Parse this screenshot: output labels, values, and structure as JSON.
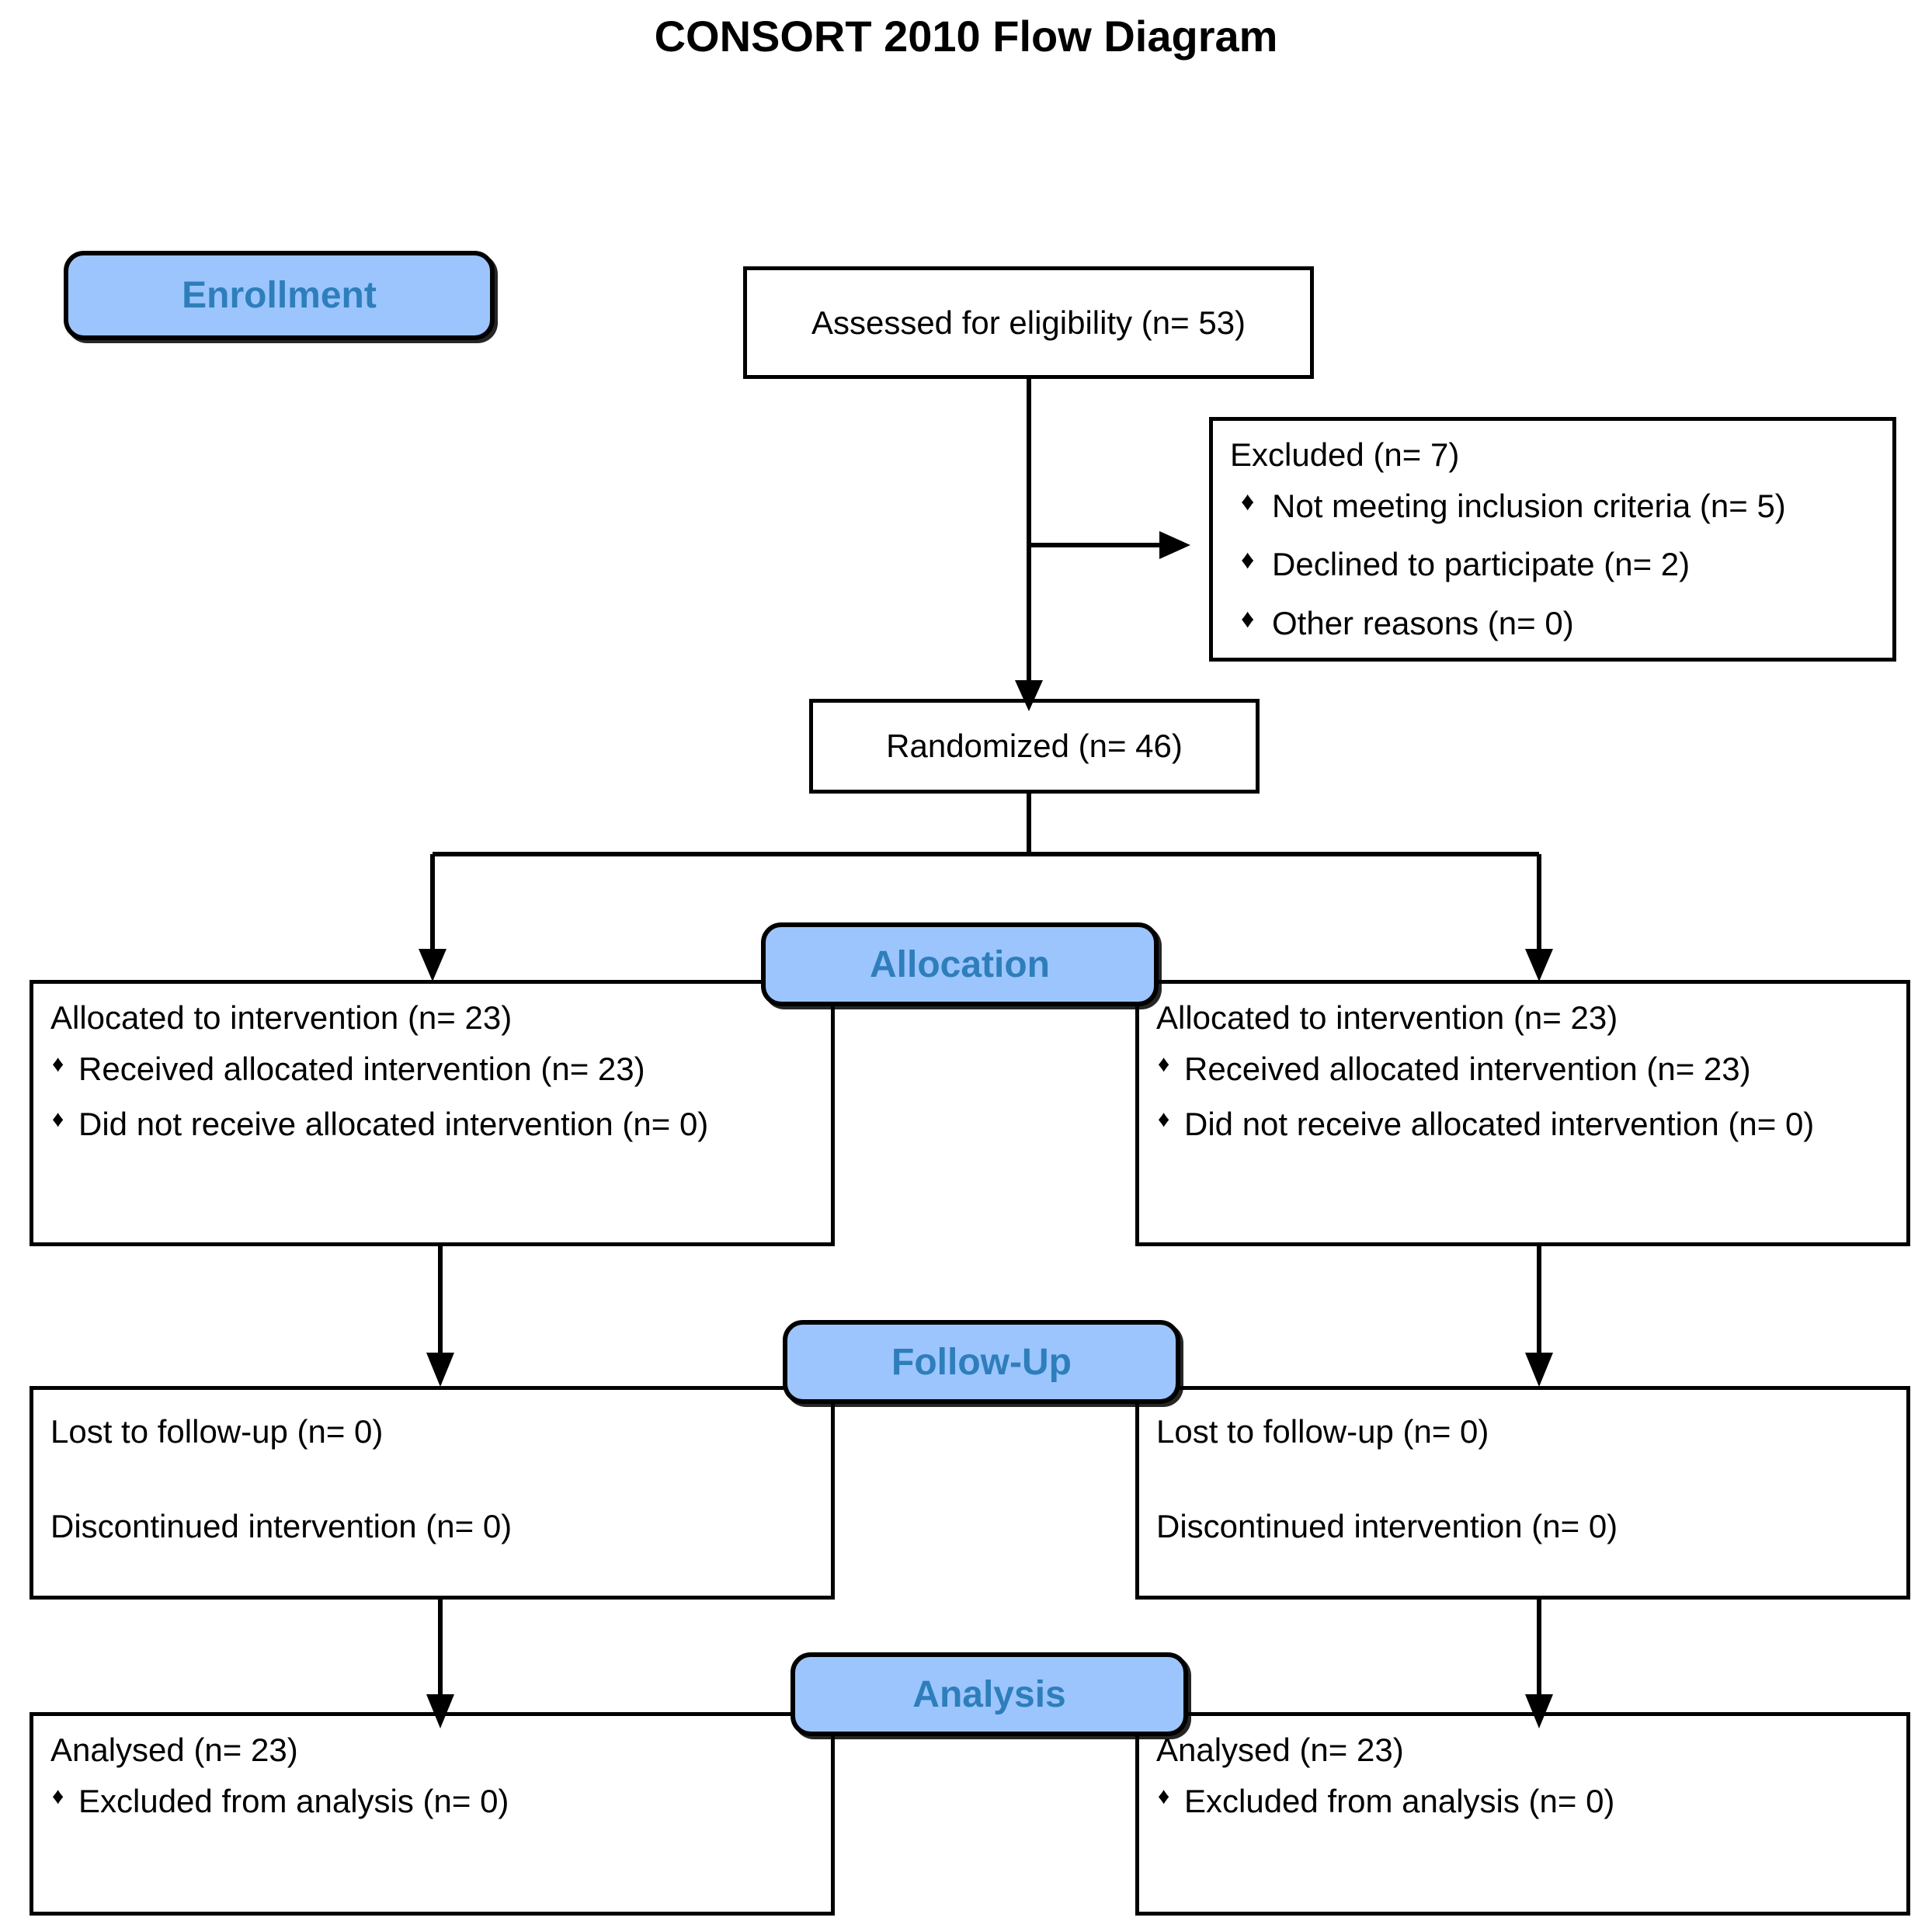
{
  "title": "CONSORT 2010 Flow Diagram",
  "stages": {
    "enrollment": "Enrollment",
    "allocation": "Allocation",
    "followup": "Follow-Up",
    "analysis": "Analysis"
  },
  "bullet_glyph": "♦",
  "colors": {
    "badge_fill": "#9cc5fd",
    "badge_text": "#2e7ebb",
    "border": "#000000",
    "page_background": "#ffffff"
  },
  "boxes": {
    "assessed": {
      "text": "Assessed for eligibility (n= 53)"
    },
    "excluded": {
      "heading": "Excluded  (n= 7)",
      "items": [
        "Not meeting inclusion criteria (n= 5)",
        "Declined to participate (n= 2)",
        "Other reasons (n= 0)"
      ]
    },
    "randomized": {
      "text": "Randomized  (n= 46)"
    },
    "alloc_left": {
      "heading": "Allocated to intervention (n= 23)",
      "items": [
        "Received allocated intervention (n= 23)",
        "Did not receive allocated intervention (n= 0)"
      ]
    },
    "alloc_right": {
      "heading": "Allocated to intervention (n= 23)",
      "items": [
        "Received  allocated intervention (n= 23)",
        "Did not receive allocated intervention (n= 0)"
      ]
    },
    "follow_left": {
      "line1": "Lost to follow-up (n= 0)",
      "line2": "Discontinued intervention (n= 0)"
    },
    "follow_right": {
      "line1": "Lost to follow-up (n= 0)",
      "line2": "Discontinued intervention (n= 0)"
    },
    "analysis_left": {
      "heading": "Analysed (n= 23)",
      "items": [
        "Excluded from analysis (n= 0)"
      ]
    },
    "analysis_right": {
      "heading": "Analysed (n= 23)",
      "items": [
        "Excluded from analysis (n= 0)"
      ]
    }
  },
  "flow_data": {
    "type": "flowchart",
    "assessed_n": 53,
    "excluded_n": 7,
    "excluded_breakdown": {
      "not_meeting_inclusion_criteria": 5,
      "declined_to_participate": 2,
      "other_reasons": 0
    },
    "randomized_n": 46,
    "arms": [
      {
        "allocated": 23,
        "received_allocated_intervention": 23,
        "did_not_receive_allocated_intervention": 0,
        "lost_to_followup": 0,
        "discontinued_intervention": 0,
        "analysed": 23,
        "excluded_from_analysis": 0
      },
      {
        "allocated": 23,
        "received_allocated_intervention": 23,
        "did_not_receive_allocated_intervention": 0,
        "lost_to_followup": 0,
        "discontinued_intervention": 0,
        "analysed": 23,
        "excluded_from_analysis": 0
      }
    ]
  }
}
